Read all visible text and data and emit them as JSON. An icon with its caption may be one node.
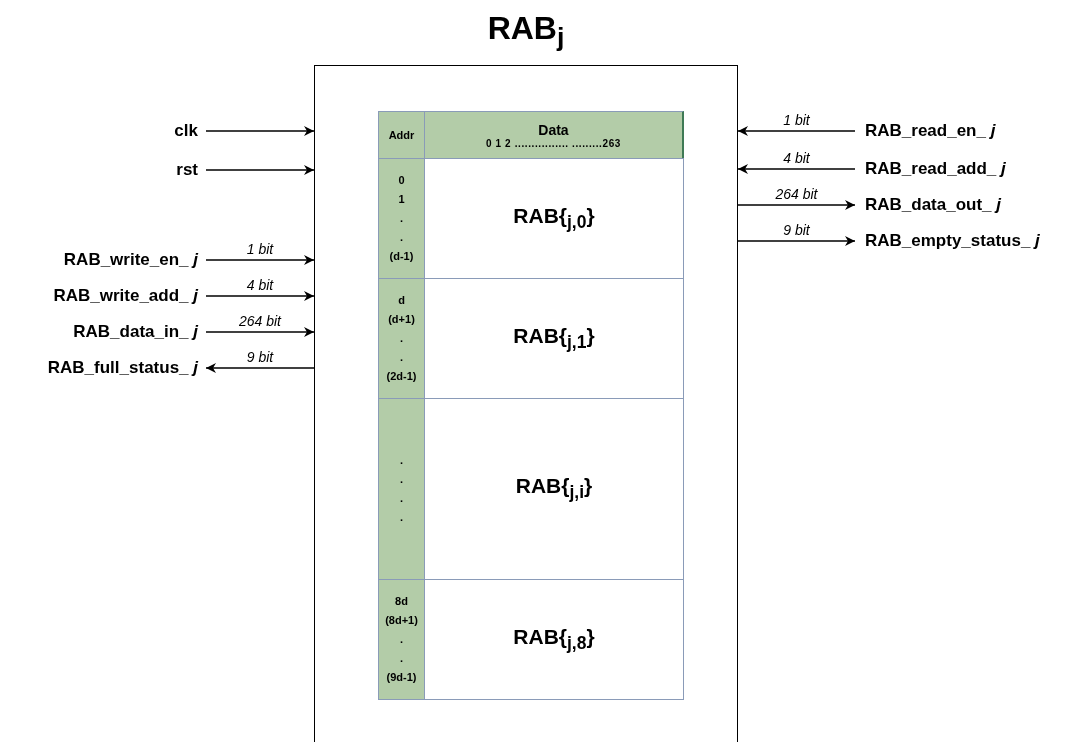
{
  "diagram": {
    "nodes": [
      {
        "text": [
          "RAB$_{j}$"
        ]
      },
      {
        "text": [
          "clk"
        ]
      },
      {
        "text": [
          "rst"
        ]
      },
      {
        "text": [
          "RAB_write_en_ *j*"
        ]
      },
      {
        "text": [
          "RAB_write_add_ *j*"
        ]
      },
      {
        "text": [
          "RAB_data_in_ *j*"
        ]
      },
      {
        "text": [
          "RAB_full_status_ *j*"
        ]
      },
      {
        "text": [
          "RAB_read_en_ *j*"
        ]
      },
      {
        "text": [
          "RAB_read_add_ *j*"
        ]
      },
      {
        "text": [
          "RAB_data_out_ *j*"
        ]
      },
      {
        "text": [
          "RAB_empty_status_ *j*"
        ]
      },
      {
        "text": [
          "Addr"
        ],
        "in": 0
      },
      {
        "text": [
          "Data",
          "0 1 2 ................ .........263"
        ],
        "in": 0
      },
      {
        "text": [
          "0 1 . . (d-1)"
        ],
        "in": 0
      },
      {
        "text": [
          "RAB{$_{j,0}$}"
        ],
        "in": 0
      },
      {
        "text": [
          "d (d+1) . . (2d-1)"
        ],
        "in": 0
      },
      {
        "text": [
          "RAB{$_{j,1}$}"
        ],
        "in": 0
      },
      {
        "text": [
          ". . . ."
        ],
        "in": 0
      },
      {
        "text": [
          "RAB{$_{j,i}$}"
        ],
        "in": 0
      },
      {
        "text": [
          "8d (8d+1) . . (9d-1)"
        ],
        "in": 0
      },
      {
        "text": [
          "RAB{$_{j,8}$}"
        ],
        "in": 0
      }
    ],
    "edges": [
      {
        "from": 1,
        "to": 0,
        "arrow": "to"
      },
      {
        "from": 2,
        "to": 0,
        "arrow": "to"
      },
      {
        "from": 3,
        "to": 0,
        "arrow": "to",
        "label": "1 bit"
      },
      {
        "from": 4,
        "to": 0,
        "arrow": "to",
        "label": "4 bit"
      },
      {
        "from": 5,
        "to": 0,
        "arrow": "to",
        "label": "264 bit"
      },
      {
        "from": 0,
        "to": 6,
        "arrow": "to",
        "label": "9 bit"
      },
      {
        "from": 7,
        "to": 0,
        "arrow": "to",
        "label": "1 bit"
      },
      {
        "from": 8,
        "to": 0,
        "arrow": "to",
        "label": "4 bit"
      },
      {
        "from": 0,
        "to": 9,
        "arrow": "to",
        "label": "264 bit"
      },
      {
        "from": 0,
        "to": 10,
        "arrow": "to",
        "label": "9 bit"
      }
    ]
  }
}
